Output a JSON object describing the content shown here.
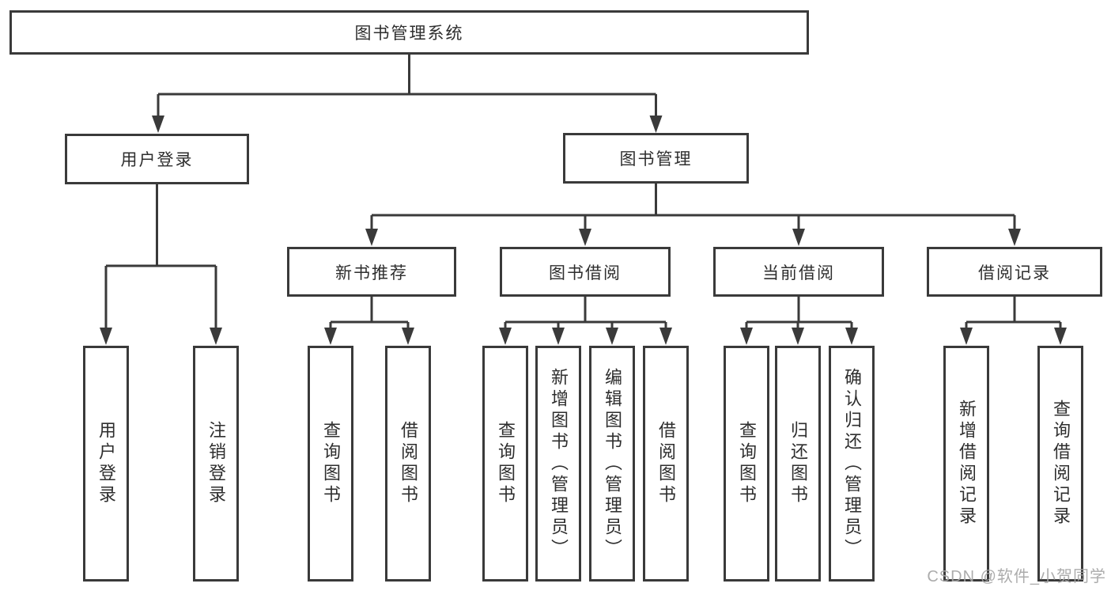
{
  "tree": {
    "root": {
      "label": "图书管理系统",
      "children": [
        {
          "label": "用户登录",
          "children": [
            {
              "label": "用户登录"
            },
            {
              "label": "注销登录"
            }
          ]
        },
        {
          "label": "图书管理",
          "children": [
            {
              "label": "新书推荐",
              "children": [
                {
                  "label": "查询图书"
                },
                {
                  "label": "借阅图书"
                }
              ]
            },
            {
              "label": "图书借阅",
              "children": [
                {
                  "label": "查询图书"
                },
                {
                  "label": "新增图书（管理员）"
                },
                {
                  "label": "编辑图书（管理员）"
                },
                {
                  "label": "借阅图书"
                }
              ]
            },
            {
              "label": "当前借阅",
              "children": [
                {
                  "label": "查询图书"
                },
                {
                  "label": "归还图书"
                },
                {
                  "label": "确认归还（管理员）"
                }
              ]
            },
            {
              "label": "借阅记录",
              "children": [
                {
                  "label": "新增借阅记录"
                },
                {
                  "label": "查询借阅记录"
                }
              ]
            }
          ]
        }
      ]
    }
  },
  "watermark": "CSDN @软件_小贺同学",
  "colors": {
    "line": "#3a3a3a",
    "text": "#2e2e2e",
    "watermark": "#a5a5a5"
  }
}
